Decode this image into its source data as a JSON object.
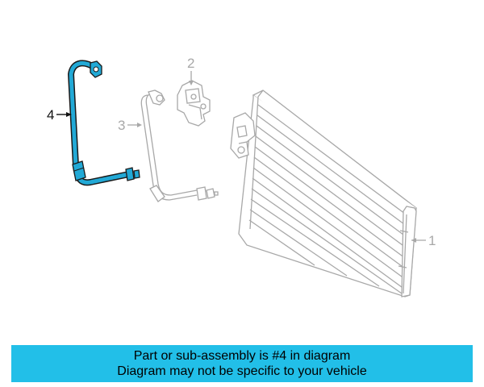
{
  "callouts": {
    "part1": "1",
    "part2": "2",
    "part3": "3",
    "part4": "4"
  },
  "banner": {
    "line1": "Part or sub-assembly is #4 in diagram",
    "line2": "Diagram may not be specific to your vehicle"
  },
  "colors": {
    "highlight": "#22a9d6",
    "outline": "#a8a8a8",
    "banner": "#22bfe8",
    "callout_dark": "#111111"
  }
}
